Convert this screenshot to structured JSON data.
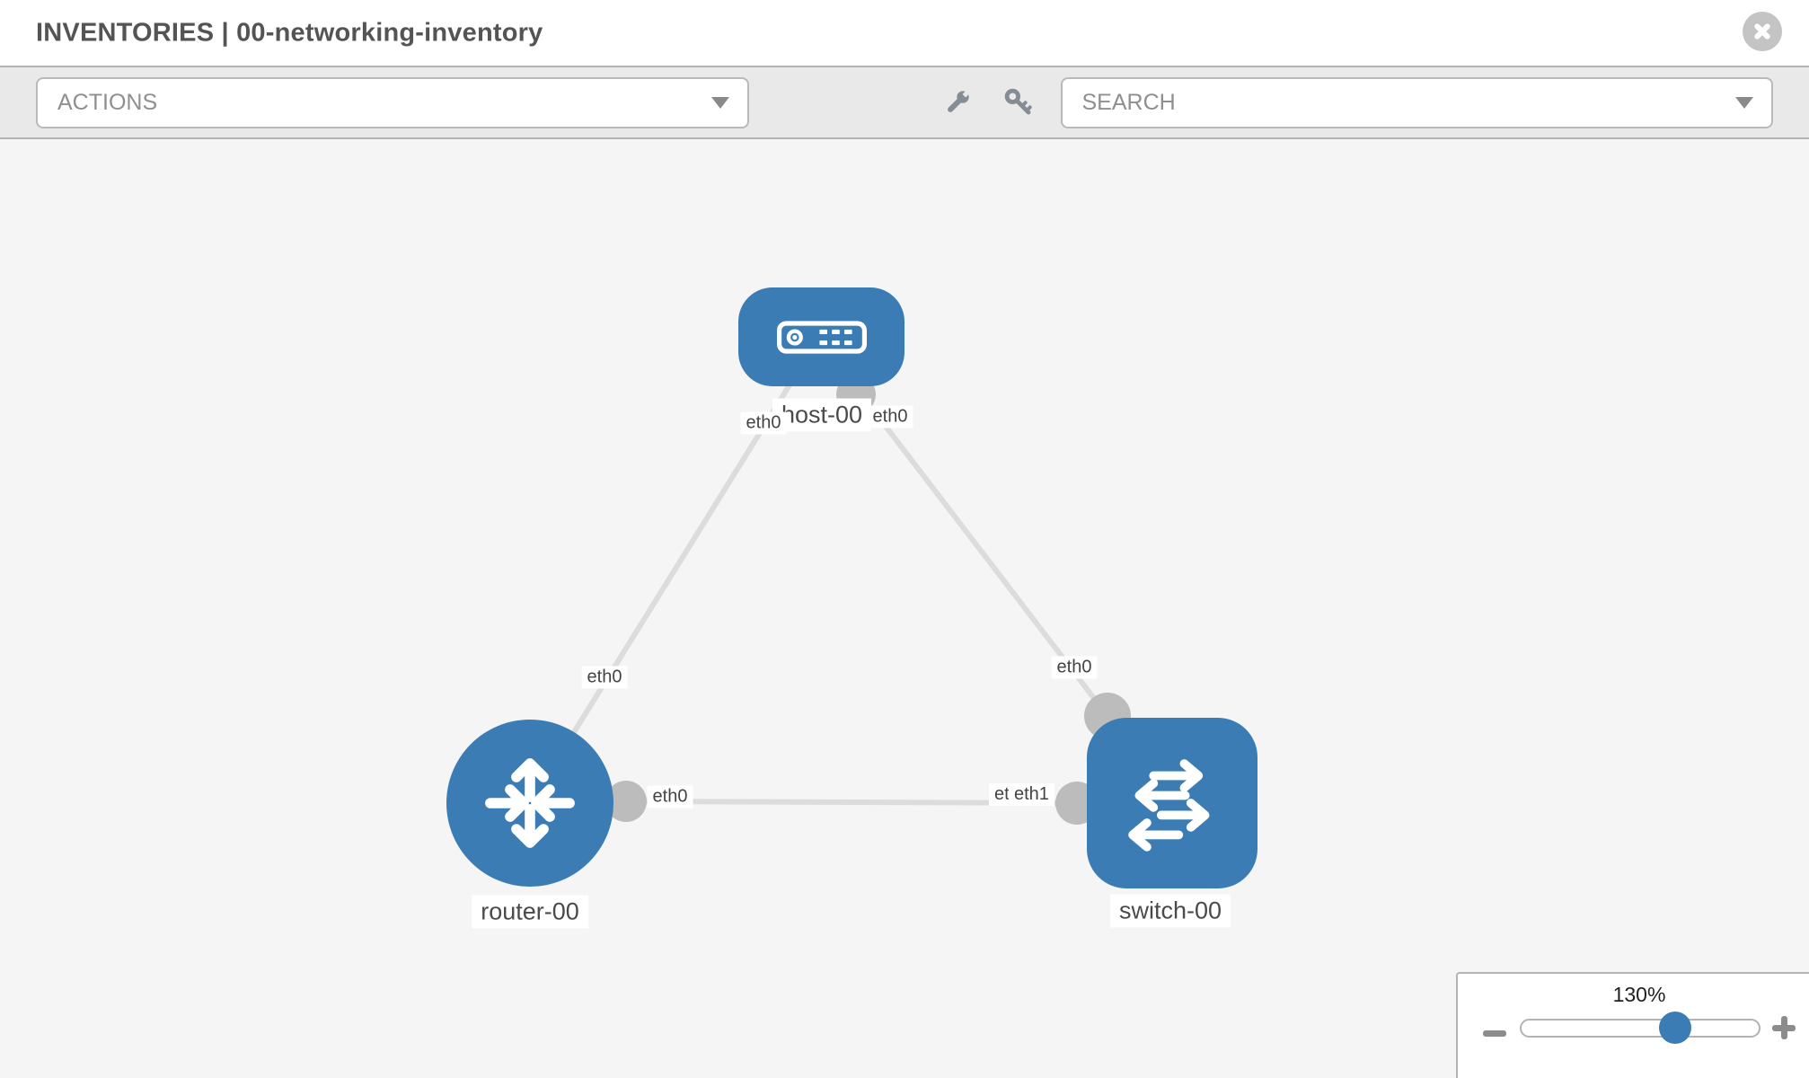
{
  "window": {
    "title": "INVENTORIES | 00-networking-inventory"
  },
  "toolbar": {
    "actions_label": "ACTIONS",
    "search_placeholder": "SEARCH"
  },
  "topology": {
    "nodes": [
      {
        "label": "host-00",
        "type": "host"
      },
      {
        "label": "router-00",
        "type": "router"
      },
      {
        "label": "switch-00",
        "type": "switch"
      }
    ],
    "links": [
      {
        "source": "router-00",
        "source_port": "eth0",
        "target": "host-00",
        "target_port": "eth0"
      },
      {
        "source": "host-00",
        "source_port": "eth0",
        "target": "switch-00",
        "target_port": "eth0"
      },
      {
        "source": "router-00",
        "source_port": "eth0",
        "target": "switch-00",
        "target_port": "eth1"
      }
    ],
    "ports": {
      "host_left": "eth0",
      "host_right": "eth0",
      "edge_host_router": "eth0",
      "edge_host_switch": "eth0",
      "router_right": "eth0",
      "switch_left_under": "eth0",
      "switch_left": "eth1"
    }
  },
  "zoom_control": {
    "level": "130%"
  },
  "colors": {
    "node_fill": "#3a7cb3",
    "link_gray": "#dcdcdc",
    "port_dot_gray": "#bcbcbc",
    "canvas_bg": "#f5f5f5",
    "toolbar_bg": "#e9e9e9"
  }
}
